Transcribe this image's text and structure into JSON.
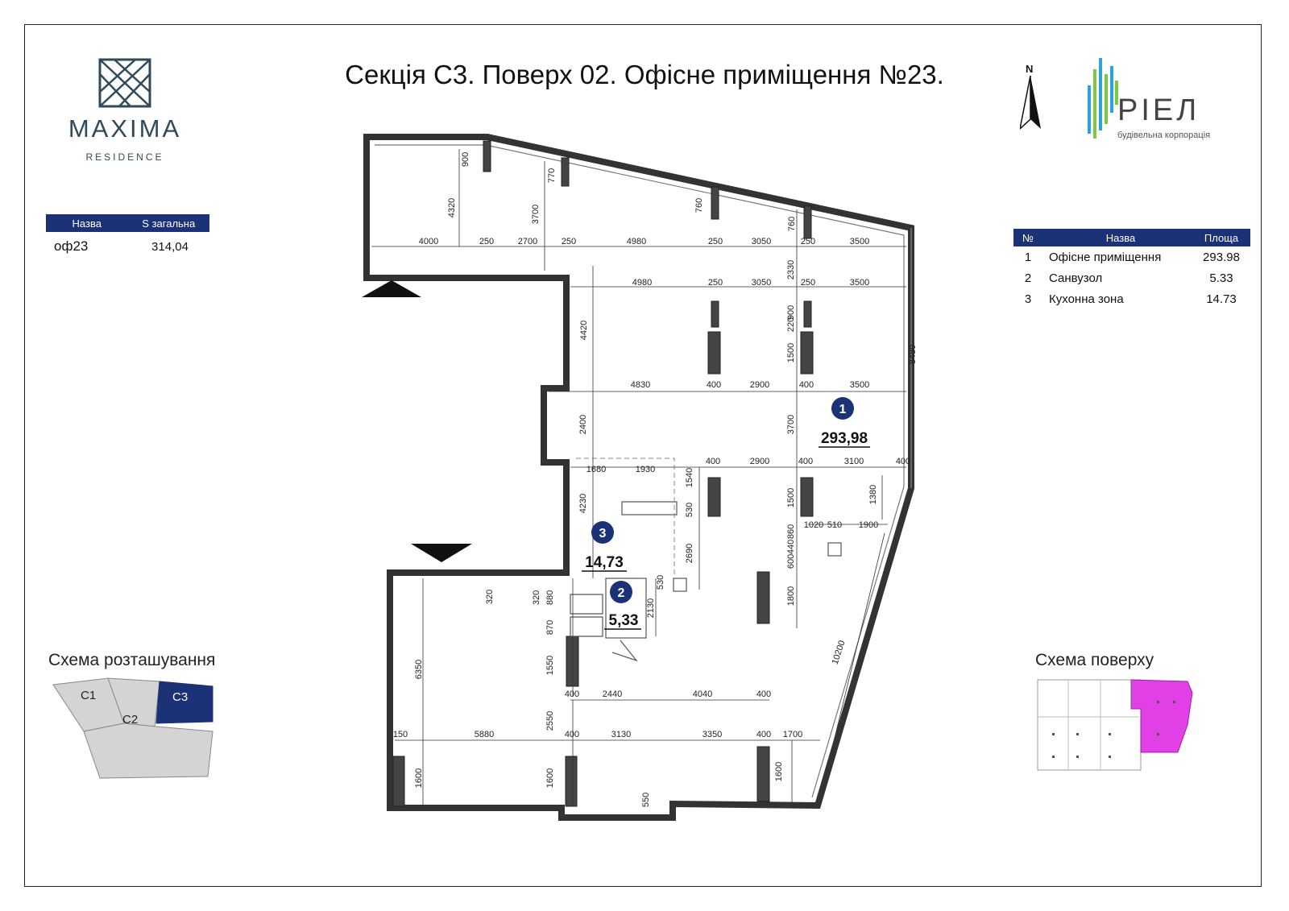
{
  "title": "Секція С3. Поверх 02. Офісне приміщення №23.",
  "logo": {
    "name": "MAXIMA",
    "sub": "RESIDENCE",
    "brand": "РІЕЛ",
    "brand_sub": "будівельна корпорація"
  },
  "compass": {
    "label": "N"
  },
  "summary_table": {
    "headers": [
      "Назва",
      "S загальна"
    ],
    "row": {
      "name": "оф23",
      "area": "314,04"
    }
  },
  "rooms_table": {
    "headers": [
      "№",
      "Назва",
      "Площа"
    ],
    "rows": [
      {
        "num": "1",
        "name": "Офісне приміщення",
        "area": "293.98"
      },
      {
        "num": "2",
        "name": "Санвузол",
        "area": "5.33"
      },
      {
        "num": "3",
        "name": "Кухонна зона",
        "area": "14.73"
      }
    ]
  },
  "plan": {
    "rooms": [
      {
        "num": "1",
        "area": "293,98"
      },
      {
        "num": "3",
        "area": "14,73"
      },
      {
        "num": "2",
        "area": "5,33"
      }
    ],
    "dimensions": [
      "900",
      "4320",
      "770",
      "3700",
      "760",
      "760",
      "4000",
      "250",
      "2700",
      "250",
      "4980",
      "250",
      "3050",
      "250",
      "3500",
      "2330",
      "4980",
      "250",
      "3050",
      "250",
      "3500",
      "4420",
      "220",
      "900",
      "1500",
      "8480",
      "4830",
      "400",
      "2900",
      "400",
      "3500",
      "2400",
      "3700",
      "1680",
      "1930",
      "1540",
      "400",
      "2900",
      "400",
      "3100",
      "400",
      "4230",
      "530",
      "1500",
      "1380",
      "1020",
      "510",
      "1900",
      "860",
      "440",
      "600",
      "2690",
      "320",
      "320",
      "880",
      "530",
      "2130",
      "1800",
      "870",
      "6350",
      "1550",
      "10200",
      "400",
      "2440",
      "4040",
      "400",
      "150",
      "5880",
      "2550",
      "400",
      "3130",
      "3350",
      "400",
      "1700",
      "1600",
      "1600",
      "550",
      "1600"
    ]
  },
  "location_scheme": {
    "label": "Схема розташування",
    "sections": [
      "С1",
      "С2",
      "С3"
    ]
  },
  "floor_scheme": {
    "label": "Схема поверху"
  },
  "colors": {
    "table_header": "#1c3277",
    "room_badge": "#1c3277",
    "highlight_section": "#1c3277",
    "floor_highlight": "#e040e6"
  }
}
